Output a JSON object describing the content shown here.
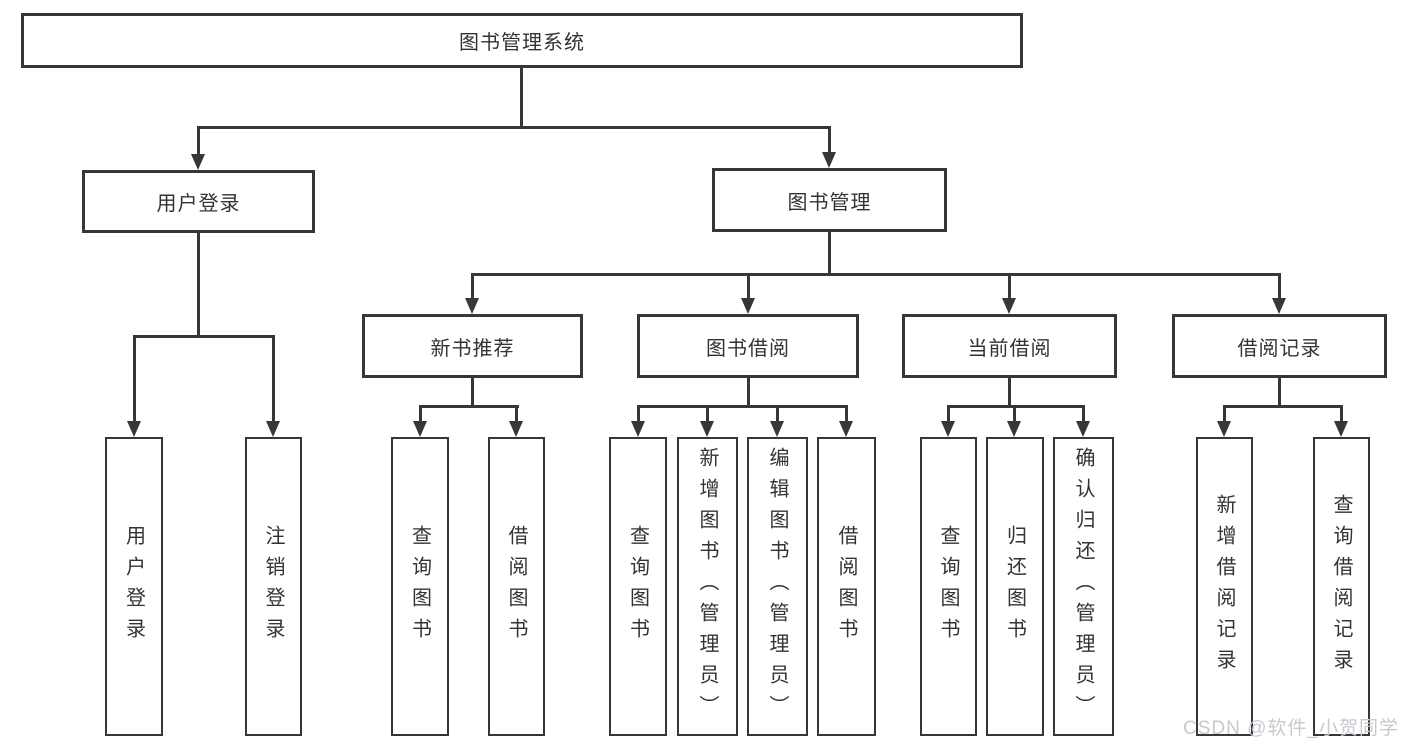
{
  "tree": {
    "label": "图书管理系统",
    "children": [
      {
        "label": "用户登录",
        "children": [
          {
            "label": "用户登录"
          },
          {
            "label": "注销登录"
          }
        ]
      },
      {
        "label": "图书管理",
        "children": [
          {
            "label": "新书推荐",
            "children": [
              {
                "label": "查询图书"
              },
              {
                "label": "借阅图书"
              }
            ]
          },
          {
            "label": "图书借阅",
            "children": [
              {
                "label": "查询图书"
              },
              {
                "label": "新增图书（管理员）"
              },
              {
                "label": "编辑图书（管理员）"
              },
              {
                "label": "借阅图书"
              }
            ]
          },
          {
            "label": "当前借阅",
            "children": [
              {
                "label": "查询图书"
              },
              {
                "label": "归还图书"
              },
              {
                "label": "确认归还（管理员）"
              }
            ]
          },
          {
            "label": "借阅记录",
            "children": [
              {
                "label": "新增借阅记录"
              },
              {
                "label": "查询借阅记录"
              }
            ]
          }
        ]
      }
    ]
  },
  "watermark": {
    "text": "CSDN @软件_小贺同学",
    "color": "#c7cad0"
  },
  "colors": {
    "line": "#373737",
    "text": "#333333",
    "background": "#ffffff"
  }
}
